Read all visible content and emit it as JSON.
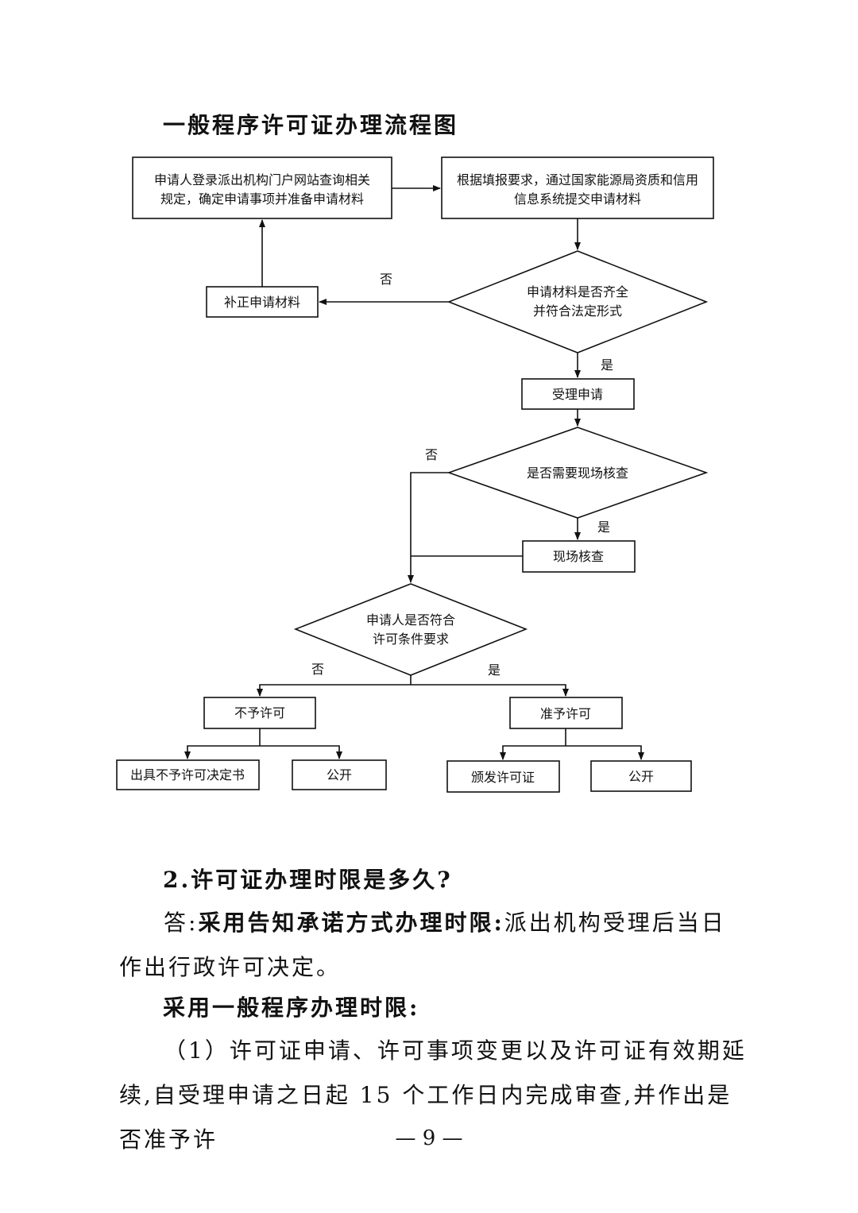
{
  "flowchart": {
    "title": "一般程序许可证办理流程图",
    "nodes": {
      "login": [
        "申请人登录派出机构门户网站查询相关",
        "规定，确定申请事项并准备申请材料"
      ],
      "submit": [
        "根据填报要求，通过国家能源局资质和信用",
        "信息系统提交申请材料"
      ],
      "check_complete": [
        "申请材料是否齐全",
        "并符合法定形式"
      ],
      "supplement": "补正申请材料",
      "accept": "受理申请",
      "need_inspect": "是否需要现场核查",
      "inspect": "现场核查",
      "qualify": [
        "申请人是否符合",
        "许可条件要求"
      ],
      "deny": "不予许可",
      "grant": "准予许可",
      "deny_doc": "出具不予许可决定书",
      "deny_public": "公开",
      "grant_cert": "颁发许可证",
      "grant_public": "公开"
    },
    "labels": {
      "no_supplement": "否",
      "yes_accept": "是",
      "no_inspect": "否",
      "yes_inspect": "是",
      "no_qualify": "否",
      "yes_qualify": "是"
    }
  },
  "text": {
    "q2_heading": "2.许可证办理时限是多久?",
    "a_prefix": "答:",
    "a_bold": "采用告知承诺方式办理时限:",
    "a_rest": "派出机构受理后当日作出行政许可决定。",
    "general_heading": "采用一般程序办理时限:",
    "item1": "（1）许可证申请、许可事项变更以及许可证有效期延续,自受理申请之日起 15 个工作日内完成审查,并作出是否准予许"
  },
  "page_number": "— 9 —"
}
